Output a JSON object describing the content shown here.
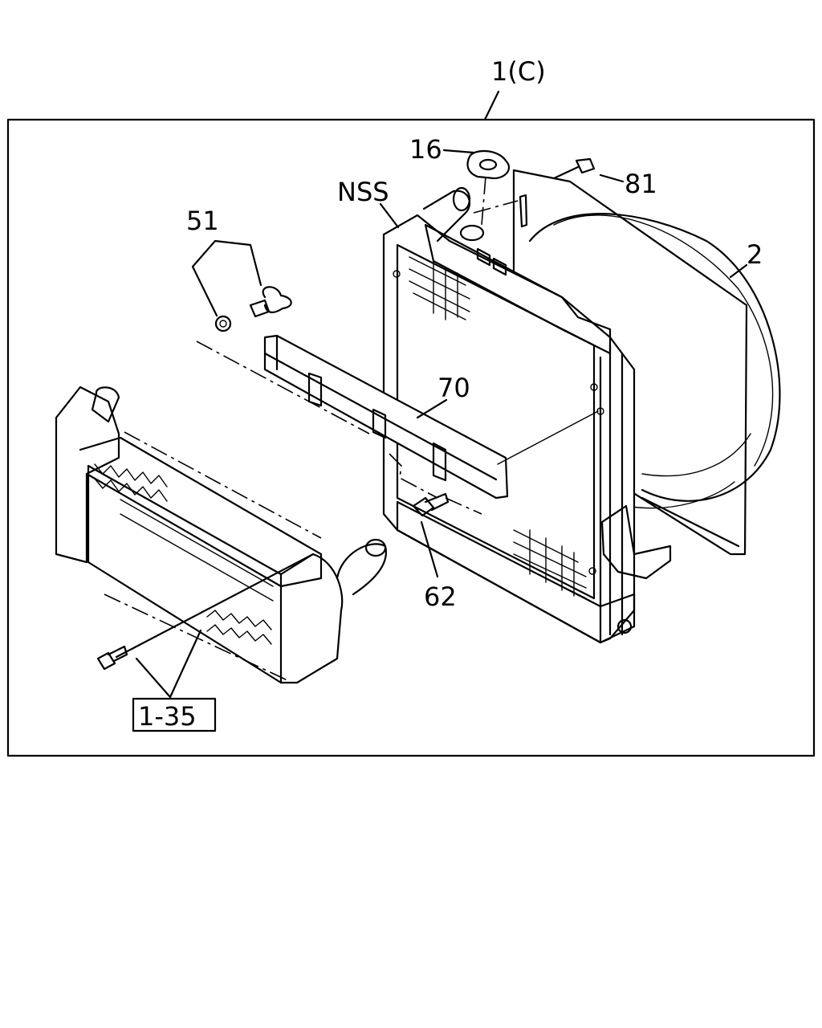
{
  "diagram": {
    "callouts": {
      "assembly": "1(C)",
      "cap": "16",
      "clip": "81",
      "nss": "NSS",
      "shroud": "2",
      "wing_bolt": "51",
      "bracket": "70",
      "bolt": "62",
      "ref": "1-35"
    }
  }
}
